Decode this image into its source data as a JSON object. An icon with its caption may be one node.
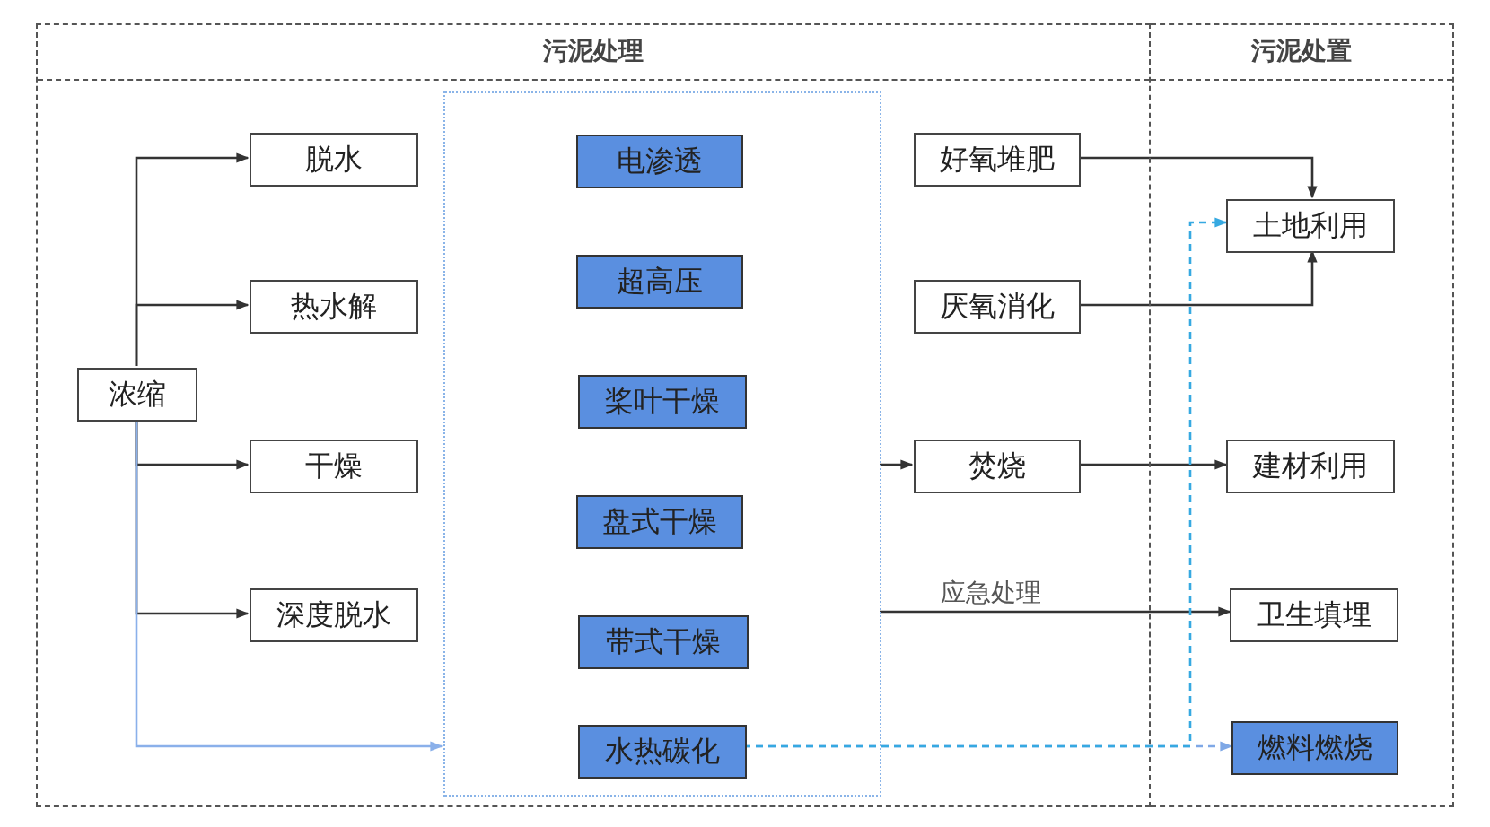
{
  "diagram": {
    "nodes": [
      {
        "text": [
          "污泥处理"
        ]
      },
      {
        "text": [
          "污泥处置"
        ]
      },
      {
        "text": [],
        "shape": "box",
        "in": 0
      },
      {
        "text": [
          "浓缩"
        ],
        "in": 0
      },
      {
        "text": [
          "脱水"
        ],
        "in": 0
      },
      {
        "text": [
          "热水解"
        ],
        "in": 0
      },
      {
        "text": [
          "干燥"
        ],
        "in": 0
      },
      {
        "text": [
          "深度脱水"
        ],
        "in": 0
      },
      {
        "text": [
          "电渗透"
        ],
        "in": 2
      },
      {
        "text": [
          "超高压"
        ],
        "in": 2
      },
      {
        "text": [
          "桨叶干燥"
        ],
        "in": 2
      },
      {
        "text": [
          "盘式干燥"
        ],
        "in": 2
      },
      {
        "text": [
          "带式干燥"
        ],
        "in": 2
      },
      {
        "text": [
          "水热碳化"
        ],
        "in": 2
      },
      {
        "text": [
          "好氧堆肥"
        ],
        "in": 0
      },
      {
        "text": [
          "厌氧消化"
        ],
        "in": 0
      },
      {
        "text": [
          "焚烧"
        ],
        "in": 0
      },
      {
        "text": [
          "土地利用"
        ],
        "in": 1
      },
      {
        "text": [
          "建材利用"
        ],
        "in": 1
      },
      {
        "text": [
          "卫生填埋"
        ],
        "in": 1
      },
      {
        "text": [
          "燃料燃烧"
        ],
        "in": 1
      }
    ],
    "edges": [
      {
        "from": 3,
        "to": 4,
        "arrow": "to"
      },
      {
        "from": 3,
        "to": 5,
        "arrow": "to"
      },
      {
        "from": 3,
        "to": 6,
        "arrow": "to"
      },
      {
        "from": 3,
        "to": 7,
        "arrow": "to"
      },
      {
        "from": 3,
        "to": 2,
        "arrow": "to",
        "color": "#8ab0ea"
      },
      {
        "from": 2,
        "to": 16,
        "arrow": "to"
      },
      {
        "from": 2,
        "to": 19,
        "arrow": "to",
        "label": "应急处理"
      },
      {
        "from": 14,
        "to": 17,
        "arrow": "to"
      },
      {
        "from": 15,
        "to": 17,
        "arrow": "to"
      },
      {
        "from": 16,
        "to": 18,
        "arrow": "to"
      },
      {
        "from": 13,
        "to": 20,
        "arrow": "to",
        "style": "dashed",
        "color": "#7fa8e6"
      },
      {
        "from": 13,
        "to": 17,
        "arrow": "to",
        "style": "dashed",
        "color": "#36a9e1"
      }
    ]
  }
}
